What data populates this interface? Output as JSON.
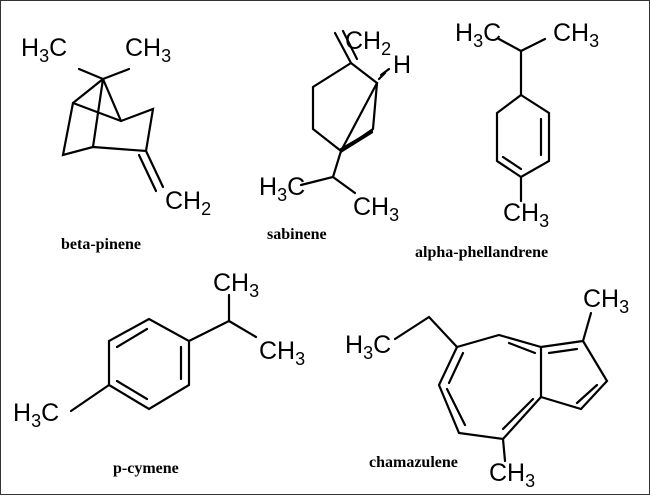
{
  "molecules": [
    {
      "name": "beta-pinene",
      "atoms": [
        {
          "el": "H",
          "count": "3",
          "tail": "C",
          "lead": ""
        },
        {
          "el": "CH",
          "count": "3",
          "tail": "",
          "lead": ""
        },
        {
          "el": "CH",
          "count": "2",
          "tail": "",
          "lead": ""
        }
      ]
    },
    {
      "name": "sabinene",
      "atoms": [
        {
          "el": "CH",
          "count": "2",
          "tail": "",
          "lead": ""
        },
        {
          "el": "H",
          "count": "",
          "tail": "",
          "lead": ""
        },
        {
          "el": "H",
          "count": "3",
          "tail": "C",
          "lead": ""
        },
        {
          "el": "CH",
          "count": "3",
          "tail": "",
          "lead": ""
        }
      ]
    },
    {
      "name": "alpha-phellandrene",
      "atoms": [
        {
          "el": "H",
          "count": "3",
          "tail": "C",
          "lead": ""
        },
        {
          "el": "CH",
          "count": "3",
          "tail": "",
          "lead": ""
        },
        {
          "el": "CH",
          "count": "3",
          "tail": "",
          "lead": ""
        }
      ]
    },
    {
      "name": "p-cymene",
      "atoms": [
        {
          "el": "CH",
          "count": "3",
          "tail": "",
          "lead": ""
        },
        {
          "el": "CH",
          "count": "3",
          "tail": "",
          "lead": ""
        },
        {
          "el": "H",
          "count": "3",
          "tail": "C",
          "lead": ""
        }
      ]
    },
    {
      "name": "chamazulene",
      "atoms": [
        {
          "el": "H",
          "count": "3",
          "tail": "C",
          "lead": ""
        },
        {
          "el": "CH",
          "count": "3",
          "tail": "",
          "lead": ""
        },
        {
          "el": "CH",
          "count": "3",
          "tail": "",
          "lead": ""
        }
      ]
    }
  ]
}
